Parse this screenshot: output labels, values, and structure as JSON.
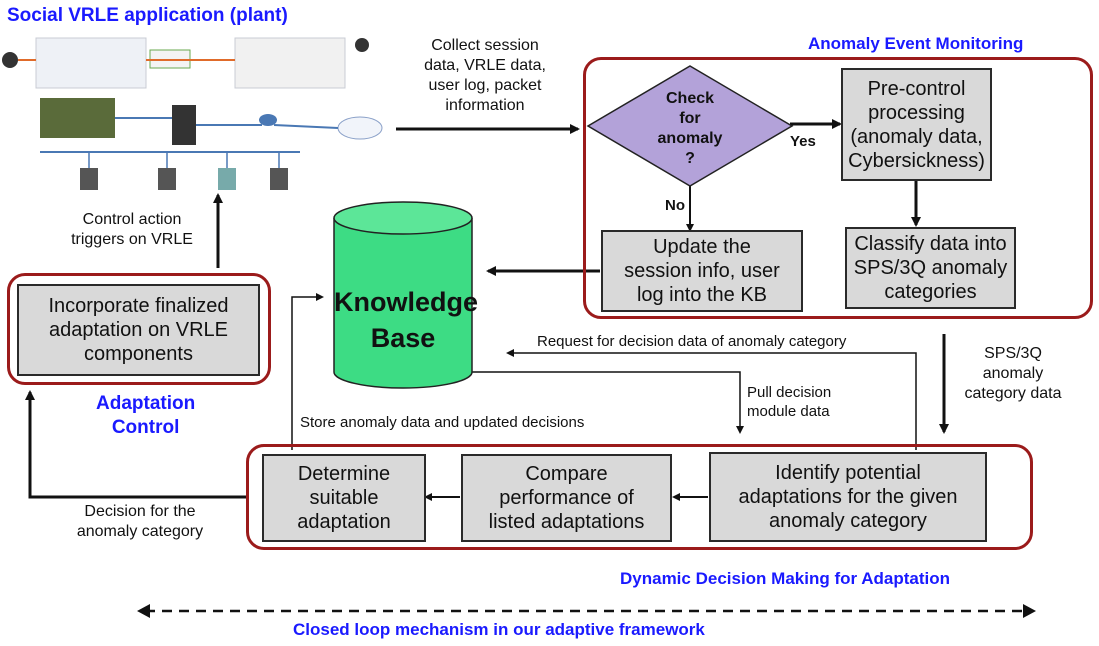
{
  "titles": {
    "plant": "Social VRLE application (plant)",
    "monitoring": "Anomaly Event Monitoring",
    "adaptation_control": "Adaptation\nControl",
    "decision_making": "Dynamic Decision Making for Adaptation",
    "closed_loop": "Closed loop mechanism in our adaptive framework"
  },
  "colors": {
    "title_blue": "#1a1aff",
    "frame_red": "#9b1b1b",
    "box_gray": "#d9d9d9",
    "kb_green": "#3ddc84",
    "diamond_purple": "#b3a2d9"
  },
  "nodes": {
    "check_anomaly": "Check\nfor\nanomaly\n?",
    "pre_control": "Pre-control\nprocessing\n(anomaly data,\nCybersickness)",
    "update_session": "Update the\nsession info, user\nlog into the KB",
    "classify": "Classify data into\nSPS/3Q anomaly\ncategories",
    "knowledge_base": "Knowledge\nBase",
    "incorporate": "Incorporate finalized\nadaptation on VRLE\ncomponents",
    "identify": "Identify potential\nadaptations for the given\nanomaly category",
    "compare": "Compare\nperformance of\nlisted adaptations",
    "determine": "Determine\nsuitable\nadaptation"
  },
  "edge_labels": {
    "collect": "Collect session\ndata, VRLE data,\nuser log, packet\ninformation",
    "yes": "Yes",
    "no": "No",
    "control_action": "Control action\ntriggers on VRLE",
    "request_decision": "Request for decision data of anomaly category",
    "pull_decision": "Pull decision\nmodule data",
    "store_anomaly": "Store anomaly data and updated decisions",
    "sps_category": "SPS/3Q\nanomaly\ncategory data",
    "decision_for": "Decision for the\nanomaly category"
  }
}
